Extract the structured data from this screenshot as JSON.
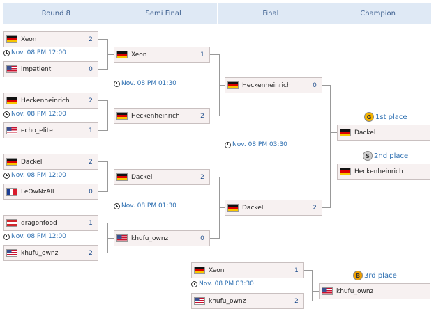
{
  "columns": [
    "Round 8",
    "Semi Final",
    "Final",
    "Champion"
  ],
  "round8": [
    {
      "p1": {
        "flag": "de",
        "name": "Xeon",
        "score": "2"
      },
      "time": "Nov. 08  PM 12:00",
      "p2": {
        "flag": "us",
        "name": "impatient",
        "score": "0"
      }
    },
    {
      "p1": {
        "flag": "de",
        "name": "Heckenheinrich",
        "score": "2"
      },
      "time": "Nov. 08  PM 12:00",
      "p2": {
        "flag": "us",
        "name": "echo_elite",
        "score": "1"
      }
    },
    {
      "p1": {
        "flag": "de",
        "name": "Dackel",
        "score": "2"
      },
      "time": "Nov. 08  PM 12:00",
      "p2": {
        "flag": "fr",
        "name": "LeOwNzAll",
        "score": "0"
      }
    },
    {
      "p1": {
        "flag": "at",
        "name": "dragonfood",
        "score": "1"
      },
      "time": "Nov. 08  PM 12:00",
      "p2": {
        "flag": "us",
        "name": "khufu_ownz",
        "score": "2"
      }
    }
  ],
  "semi": [
    {
      "p1": {
        "flag": "de",
        "name": "Xeon",
        "score": "1"
      },
      "time": "Nov. 08  PM 01:30",
      "p2": {
        "flag": "de",
        "name": "Heckenheinrich",
        "score": "2"
      }
    },
    {
      "p1": {
        "flag": "de",
        "name": "Dackel",
        "score": "2"
      },
      "time": "Nov. 08  PM 01:30",
      "p2": {
        "flag": "us",
        "name": "khufu_ownz",
        "score": "0"
      }
    }
  ],
  "final": {
    "p1": {
      "flag": "de",
      "name": "Heckenheinrich",
      "score": "0"
    },
    "time": "Nov. 08  PM 03:30",
    "p2": {
      "flag": "de",
      "name": "Dackel",
      "score": "2"
    }
  },
  "third_match": {
    "p1": {
      "flag": "de",
      "name": "Xeon",
      "score": "1"
    },
    "time": "Nov. 08  PM 03:30",
    "p2": {
      "flag": "us",
      "name": "khufu_ownz",
      "score": "2"
    }
  },
  "champion": {
    "first": {
      "badge": "G",
      "label": "1st place",
      "flag": "de",
      "name": "Dackel"
    },
    "second": {
      "badge": "S",
      "label": "2nd place",
      "flag": "de",
      "name": "Heckenheinrich"
    },
    "third": {
      "badge": "B",
      "label": "3rd place",
      "flag": "us",
      "name": "khufu_ownz"
    }
  }
}
